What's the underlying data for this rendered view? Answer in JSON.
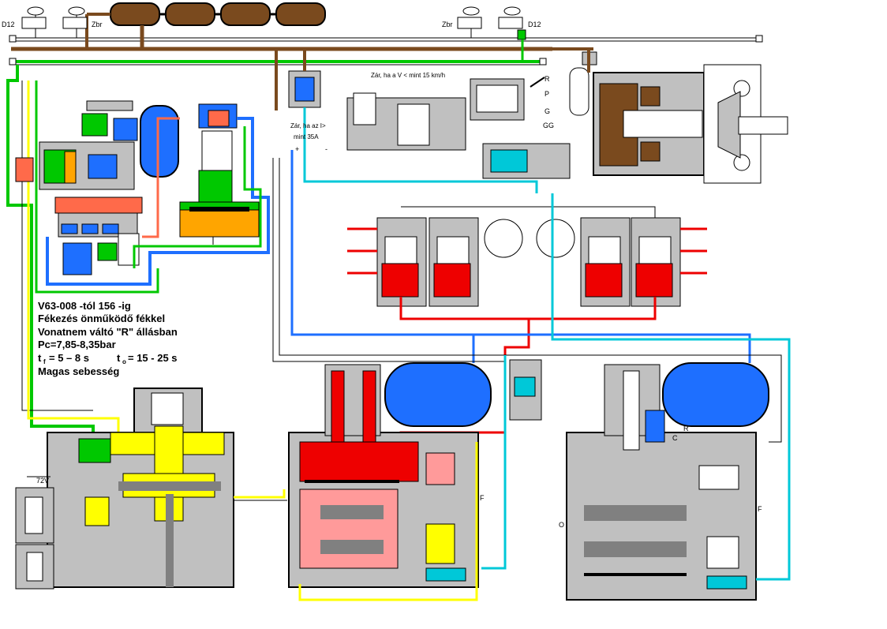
{
  "colors": {
    "supply_green": "#00c800",
    "main_line_brown": "#7a4a1e",
    "blue": "#1e6fff",
    "red": "#ee0000",
    "yellow": "#ffff00",
    "orange": "#ffa500",
    "salmon": "#ff6a4a",
    "pink": "#ff9a9a",
    "cyan": "#00c8d8",
    "grey": "#c0c0c0",
    "dark": "#000000"
  },
  "labels": {
    "d12_left": "D12",
    "zbr_left": "Zbr",
    "zbr_right": "Zbr",
    "d12_right": "D12",
    "speed_switch": "Zár, ha a V < mint 15 km/h",
    "current_switch_line1": "Zár, ha az I>",
    "current_switch_line2": "mint 35A",
    "voltage": "72V",
    "port_c": "C",
    "port_r": "R",
    "port_f_mid": "F",
    "port_f_right": "F",
    "port_o": "O",
    "plus": "+",
    "minus": "-"
  },
  "lever": {
    "positions": [
      "R",
      "P",
      "G",
      "GG"
    ]
  },
  "legend": {
    "line1": "V63-008 -tól 156 -ig",
    "line2": "Fékezés önműködő  fékkel",
    "line3": "Vonatnem váltó \"R\" állásban",
    "line4": "Pc=7,85-8,35bar",
    "line5_tf": "t",
    "line5_tf_sub": "f",
    "line5_tf_val": "=  5  – 8 s",
    "line5_to": "t",
    "line5_to_sub": "o",
    "line5_to_val": "=   15 - 25 s",
    "line6": "Magas sebesség"
  }
}
